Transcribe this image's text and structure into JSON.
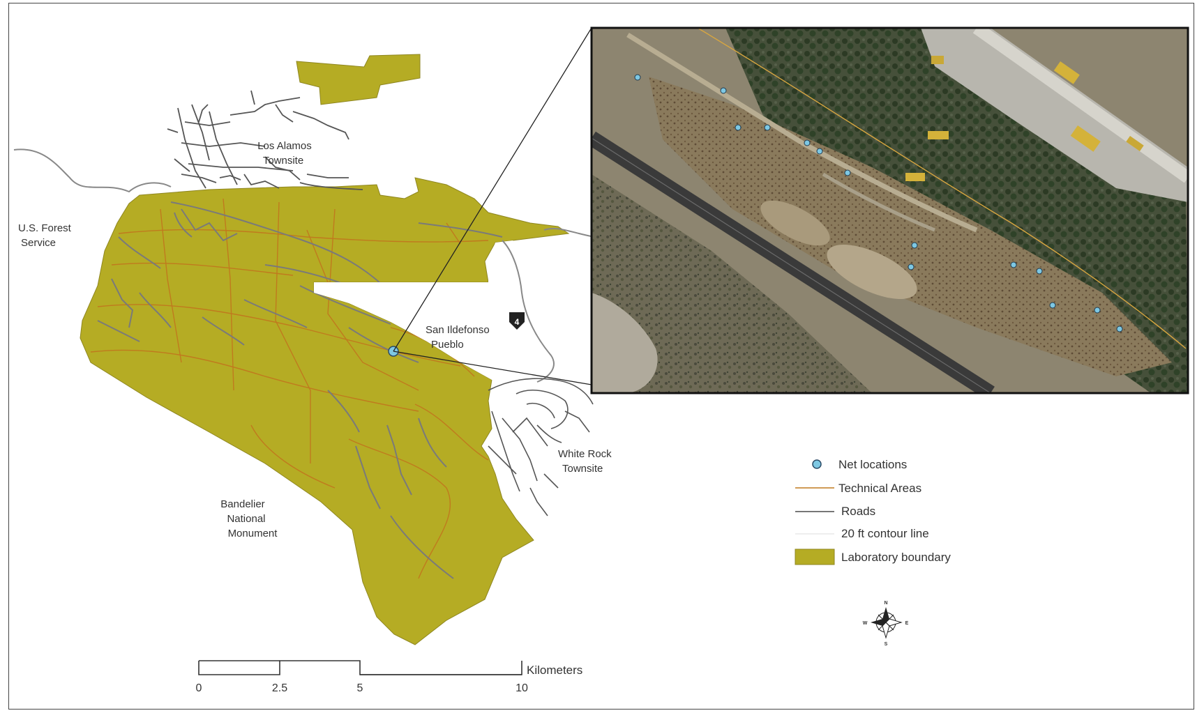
{
  "colors": {
    "boundary_fill": "#b5ac24",
    "technical_area": "#c07a1e",
    "road": "#777777",
    "town_road": "#555555",
    "net_location": "#7ec8e3",
    "pueblo_fill": "#ffffff",
    "highway_shield": "#222222"
  },
  "place_labels": {
    "los_alamos_line1": "Los Alamos",
    "los_alamos_line2": "Townsite",
    "forest_line1": "U.S. Forest",
    "forest_line2": "Service",
    "pueblo_line1": "San Ildefonso",
    "pueblo_line2": "Pueblo",
    "white_rock_line1": "White Rock",
    "white_rock_line2": "Townsite",
    "bandelier_line1": "Bandelier",
    "bandelier_line2": "National",
    "bandelier_line3": "Monument",
    "highway_number": "4"
  },
  "legend": {
    "items": [
      {
        "key": "net",
        "label": "Net locations"
      },
      {
        "key": "ta",
        "label": "Technical Areas"
      },
      {
        "key": "roads",
        "label": "Roads"
      },
      {
        "key": "contour",
        "label": "20 ft contour line"
      },
      {
        "key": "boundary",
        "label": "Laboratory boundary"
      }
    ]
  },
  "compass": {
    "north": "N",
    "south": "S",
    "east": "E",
    "west": "W"
  },
  "scale_bar": {
    "ticks": [
      "0",
      "2.5",
      "5",
      "10"
    ],
    "unit": "Kilometers"
  },
  "inset": {
    "net_location_count": 14
  }
}
